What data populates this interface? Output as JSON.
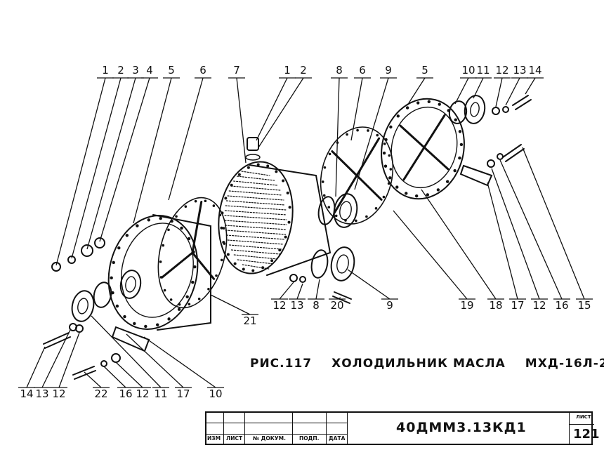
{
  "figure": {
    "caption_fig": "РИС.117",
    "caption_title": "ХОЛОДИЛЬНИК МАСЛА",
    "caption_model": "МХД-16Л-2"
  },
  "callouts": [
    {
      "id": "c1a",
      "text": "1"
    },
    {
      "id": "c2a",
      "text": "2"
    },
    {
      "id": "c3a",
      "text": "3"
    },
    {
      "id": "c4a",
      "text": "4"
    },
    {
      "id": "c5a",
      "text": "5"
    },
    {
      "id": "c6a",
      "text": "6"
    },
    {
      "id": "c7a",
      "text": "7"
    },
    {
      "id": "c1b",
      "text": "1"
    },
    {
      "id": "c2b",
      "text": "2"
    },
    {
      "id": "c8a",
      "text": "8"
    },
    {
      "id": "c6b",
      "text": "6"
    },
    {
      "id": "c9a",
      "text": "9"
    },
    {
      "id": "c5b",
      "text": "5"
    },
    {
      "id": "c10a",
      "text": "10"
    },
    {
      "id": "c11a",
      "text": "11"
    },
    {
      "id": "c12a",
      "text": "12"
    },
    {
      "id": "c13a",
      "text": "13"
    },
    {
      "id": "c14a",
      "text": "14"
    },
    {
      "id": "c12b",
      "text": "12"
    },
    {
      "id": "c13b",
      "text": "13"
    },
    {
      "id": "c8b",
      "text": "8"
    },
    {
      "id": "c20",
      "text": "20"
    },
    {
      "id": "c9b",
      "text": "9"
    },
    {
      "id": "c19",
      "text": "19"
    },
    {
      "id": "c18",
      "text": "18"
    },
    {
      "id": "c17a",
      "text": "17"
    },
    {
      "id": "c12c",
      "text": "12"
    },
    {
      "id": "c16a",
      "text": "16"
    },
    {
      "id": "c15",
      "text": "15"
    },
    {
      "id": "c21",
      "text": "21"
    },
    {
      "id": "c14b",
      "text": "14"
    },
    {
      "id": "c13c",
      "text": "13"
    },
    {
      "id": "c12d",
      "text": "12"
    },
    {
      "id": "c22",
      "text": "22"
    },
    {
      "id": "c16b",
      "text": "16"
    },
    {
      "id": "c12e",
      "text": "12"
    },
    {
      "id": "c11b",
      "text": "11"
    },
    {
      "id": "c17b",
      "text": "17"
    },
    {
      "id": "c10b",
      "text": "10"
    }
  ],
  "title_block": {
    "col_labels": [
      "ИЗМ",
      "ЛИСТ",
      "№ ДОКУМ.",
      "ПОДП.",
      "ДАТА"
    ],
    "document_code": "40ДММ3.13КД1",
    "sheet_label": "ЛИСТ",
    "sheet_number": "121"
  }
}
